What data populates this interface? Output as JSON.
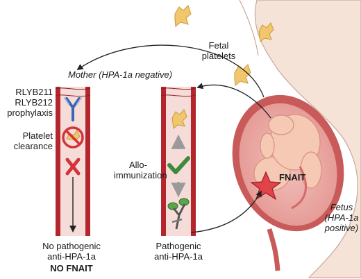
{
  "labels": {
    "fetal_platelets": [
      "Fetal",
      "platelets"
    ],
    "mother": "Mother (HPA-1a negative)",
    "prophylaxis": [
      "RLYB211",
      "RLYB212",
      "prophylaxis"
    ],
    "platelet_clearance": [
      "Platelet",
      "clearance"
    ],
    "allo": [
      "Allo-",
      "immunization"
    ],
    "fnait": "FNAIT",
    "fetus": [
      "Fetus",
      "(HPA-1a",
      "positive)"
    ],
    "left_outcome": [
      "No pathogenic",
      "anti-HPA-1a"
    ],
    "no_fnait": "NO FNAIT",
    "right_outcome": [
      "Pathogenic",
      "anti-HPA-1a"
    ]
  },
  "colors": {
    "vessel_wall": "#b3262e",
    "vessel_inner": "#f6dcd8",
    "platelet": "#f2c66b",
    "antibody": "#3c66b0",
    "check": "#3f8a3a",
    "cross": "#d4333a",
    "belly": "#f3dcd0",
    "uterus": "#c95a5a",
    "star": "#e2424a"
  }
}
